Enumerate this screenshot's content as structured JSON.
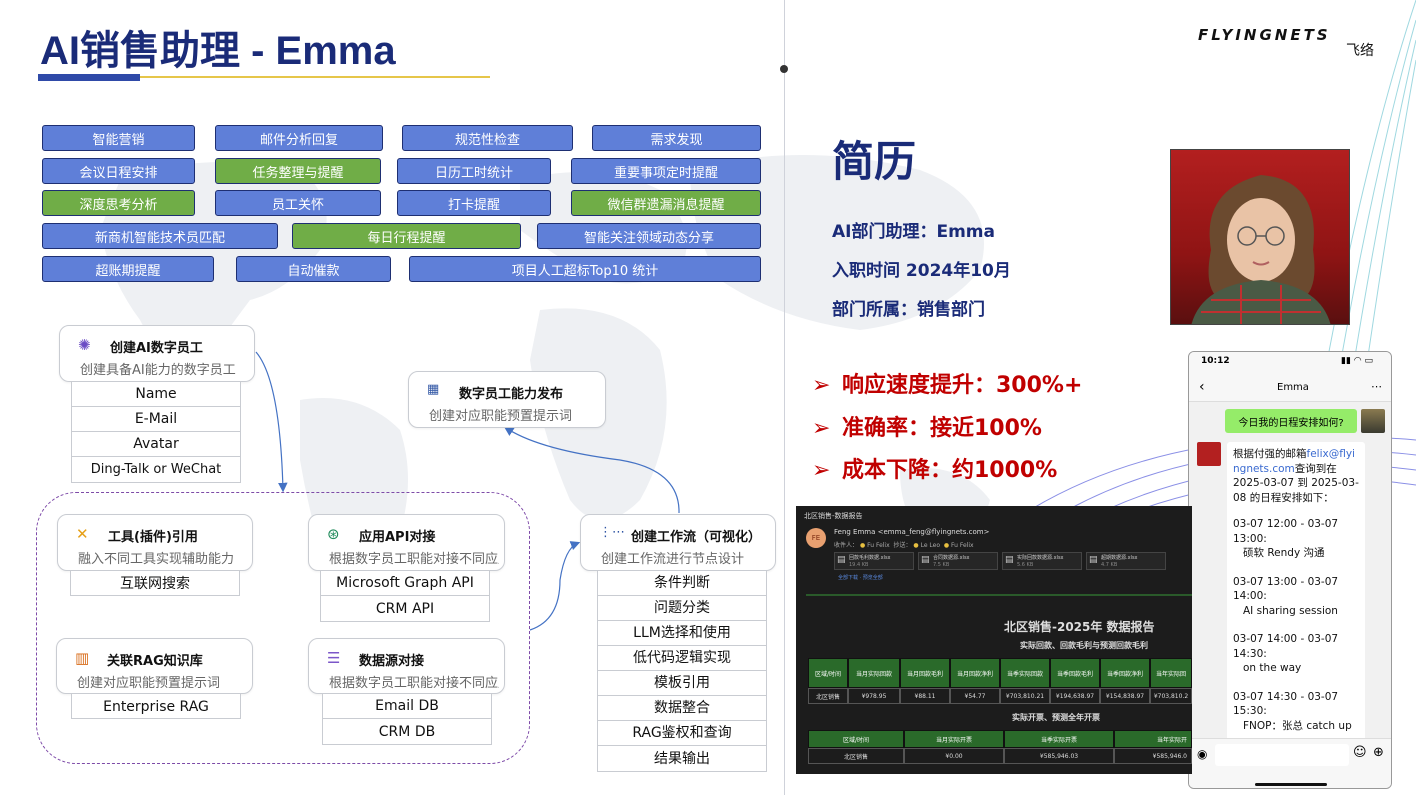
{
  "slide": {
    "title": "AI销售助理 - Emma",
    "logo_text": "FLYINGNETS",
    "logo_cn": "飞络"
  },
  "capabilities": [
    {
      "label": "智能营销",
      "color": "blue"
    },
    {
      "label": "邮件分析回复",
      "color": "blue"
    },
    {
      "label": "规范性检查",
      "color": "blue"
    },
    {
      "label": "需求发现",
      "color": "blue"
    },
    {
      "label": "会议日程安排",
      "color": "blue"
    },
    {
      "label": "任务整理与提醒",
      "color": "green"
    },
    {
      "label": "日历工时统计",
      "color": "blue"
    },
    {
      "label": "重要事项定时提醒",
      "color": "blue"
    },
    {
      "label": "深度思考分析",
      "color": "green"
    },
    {
      "label": "员工关怀",
      "color": "blue"
    },
    {
      "label": "打卡提醒",
      "color": "blue"
    },
    {
      "label": "微信群遗漏消息提醒",
      "color": "green"
    },
    {
      "label": "新商机智能技术员匹配",
      "color": "blue"
    },
    {
      "label": "每日行程提醒",
      "color": "green"
    },
    {
      "label": "智能关注领域动态分享",
      "color": "blue"
    },
    {
      "label": "超账期提醒",
      "color": "blue"
    },
    {
      "label": "自动催款",
      "color": "blue"
    },
    {
      "label": "项目人工超标Top10 统计",
      "color": "blue"
    }
  ],
  "flow": {
    "create_employee": {
      "title": "创建AI数字员工",
      "desc": "创建具备AI能力的数字员工",
      "fields": [
        "Name",
        "E-Mail",
        "Avatar",
        "Ding-Talk or WeChat"
      ]
    },
    "publish": {
      "title": "数字员工能力发布",
      "desc": "创建对应职能预置提示词"
    },
    "tools": {
      "title": "工具(插件)引用",
      "desc": "融入不同工具实现辅助能力",
      "items": [
        "互联网搜索"
      ]
    },
    "api": {
      "title": "应用API对接",
      "desc": "根据数字员工职能对接不同应用API",
      "items": [
        "Microsoft Graph API",
        "CRM API"
      ]
    },
    "rag": {
      "title": "关联RAG知识库",
      "desc": "创建对应职能预置提示词",
      "items": [
        "Enterprise RAG"
      ]
    },
    "datasource": {
      "title": "数据源对接",
      "desc": "根据数字员工职能对接不同应用API",
      "items": [
        "Email DB",
        "CRM DB"
      ]
    },
    "workflow": {
      "title": "创建工作流（可视化）",
      "desc": "创建工作流进行节点设计",
      "items": [
        "条件判断",
        "问题分类",
        "LLM选择和使用",
        "低代码逻辑实现",
        "模板引用",
        "数据整合",
        "RAG鉴权和查询",
        "结果输出"
      ]
    }
  },
  "resume": {
    "heading": "简历",
    "role": "AI部门助理：Emma",
    "joined": "入职时间 2024年10月",
    "department": "部门所属：销售部门",
    "highlights": [
      "响应速度提升：300%+",
      "准确率：接近100%",
      "成本下降：约1000%"
    ]
  },
  "phone": {
    "time": "10:12",
    "contact": "Emma",
    "user_msg": "今日我的日程安排如何?",
    "reply_intro_a": "根据付强的邮箱",
    "reply_email": "felix@flyingnets.com",
    "reply_intro_b": "查询到在2025-03-07 到 2025-03-08 的日程安排如下：",
    "schedule": [
      {
        "time": "03-07 12:00 - 03-07 13:00:",
        "item": "硕软 Rendy 沟通"
      },
      {
        "time": "03-07 13:00 - 03-07 14:00:",
        "item": "AI sharing session"
      },
      {
        "time": "03-07 14:00 - 03-07 14:30:",
        "item": "on the way"
      },
      {
        "time": "03-07 14:30 - 03-07 15:30:",
        "item": "FNOP：张总 catch up"
      }
    ]
  },
  "report": {
    "window_title": "北区销售-数据报告",
    "sender": "Feng Emma <emma_feng@flyingnets.com>",
    "avatar": "FE",
    "recipients_label": "收件人：",
    "to": "Fu Felix",
    "cc_label": "抄送：",
    "cc1": "Le Leo",
    "cc2": "Fu Felix",
    "attachments": [
      {
        "name": "回款毛利数据.xlsx",
        "size": "19.4 KB"
      },
      {
        "name": "合同数据源.xlsx",
        "size": "7.5 KB"
      },
      {
        "name": "实际回款数据源.xlsx",
        "size": "5.6 KB"
      },
      {
        "name": "超期数据源.xlsx",
        "size": "4.7 KB"
      }
    ],
    "download_all": "全部下载",
    "preview_all": "预览全部",
    "title": "北区销售-2025年 数据报告",
    "subtitle1": "实际回款、回款毛利与预测回款毛利",
    "table1_headers": [
      "区域/时间",
      "当月实际回款",
      "当月回款毛利",
      "当月回款净利",
      "当季实际回款",
      "当季回款毛利",
      "当季回款净利",
      "当年实际回"
    ],
    "table1_row": [
      "北区销售",
      "¥978.95",
      "¥88.11",
      "¥54.77",
      "¥703,810.21",
      "¥194,638.97",
      "¥154,838.97",
      "¥703,810.2"
    ],
    "subtitle2": "实际开票、预测全年开票",
    "table2_headers": [
      "区域/时间",
      "当月实际开票",
      "当季实际开票",
      "当年实际开"
    ],
    "table2_row": [
      "北区销售",
      "¥0.00",
      "¥585,946.03",
      "¥585,946.0"
    ]
  }
}
